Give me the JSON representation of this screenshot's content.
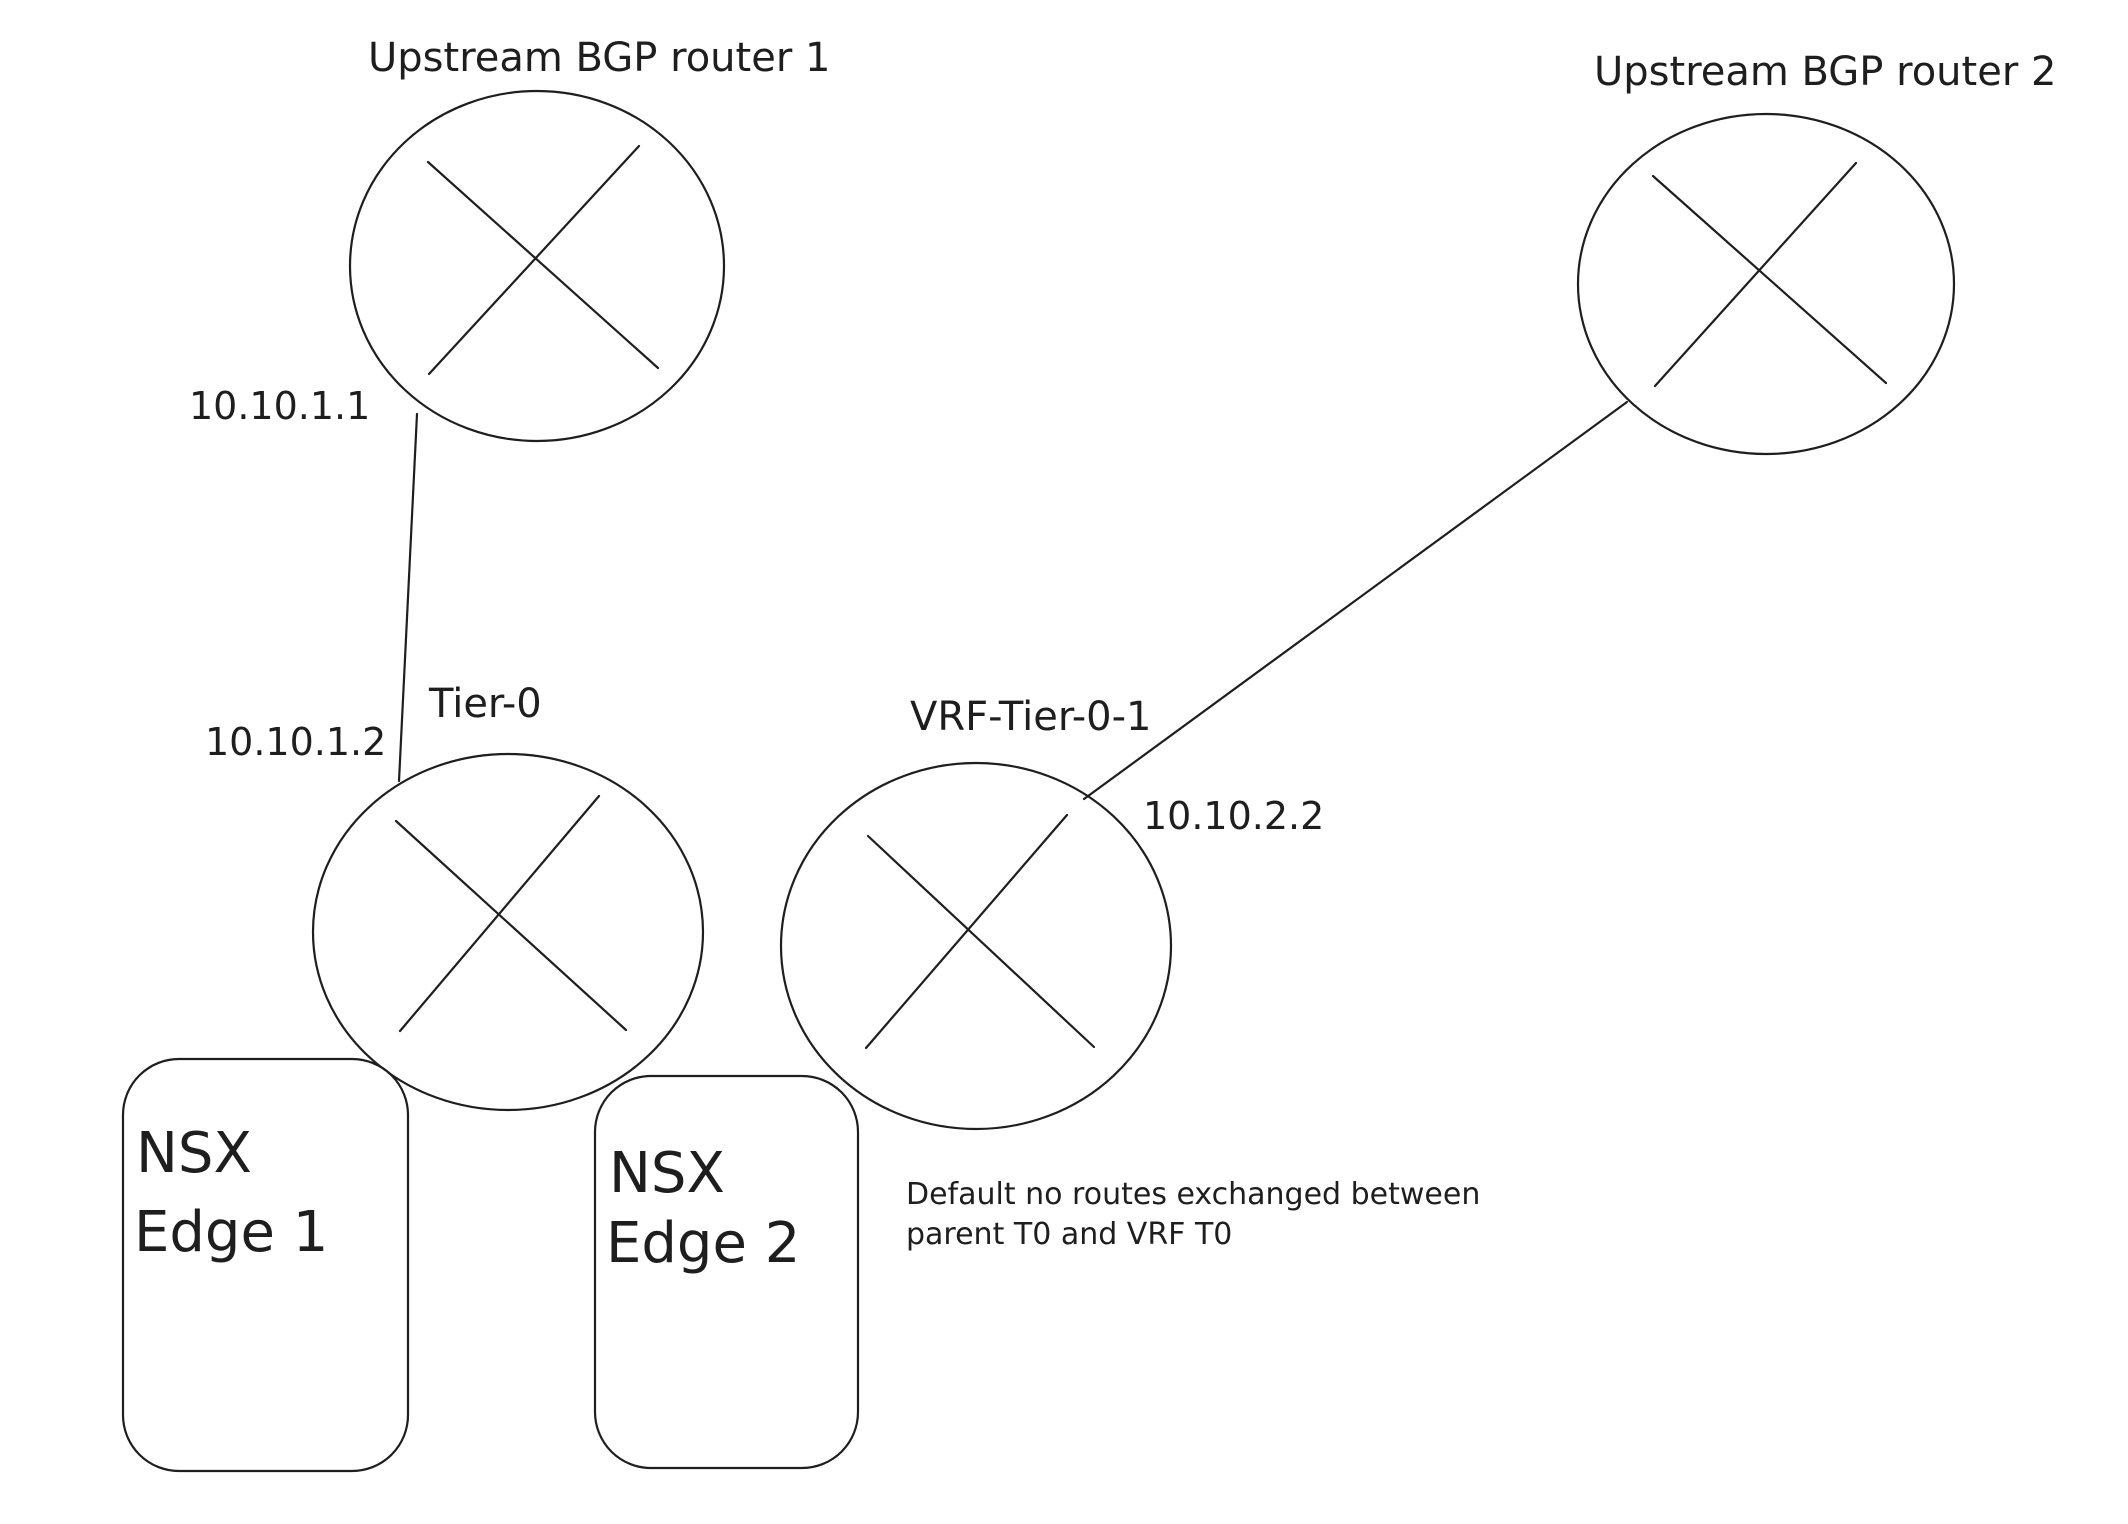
{
  "diagram": {
    "routers": {
      "upstream1": {
        "label": "Upstream BGP router 1"
      },
      "upstream2": {
        "label": "Upstream BGP router 2"
      },
      "tier0": {
        "label": "Tier-0"
      },
      "vrf": {
        "label": "VRF-Tier-0-1"
      }
    },
    "ips": {
      "upstream1_ip": "10.10.1.1",
      "tier0_ip": "10.10.1.2",
      "vrf_ip": "10.10.2.2"
    },
    "edges": {
      "edge1": {
        "line1": "NSX",
        "line2": "Edge 1"
      },
      "edge2": {
        "line1": "NSX",
        "line2": "Edge 2"
      }
    },
    "note": {
      "line1": "Default no routes exchanged between",
      "line2": "parent T0 and VRF T0"
    }
  }
}
